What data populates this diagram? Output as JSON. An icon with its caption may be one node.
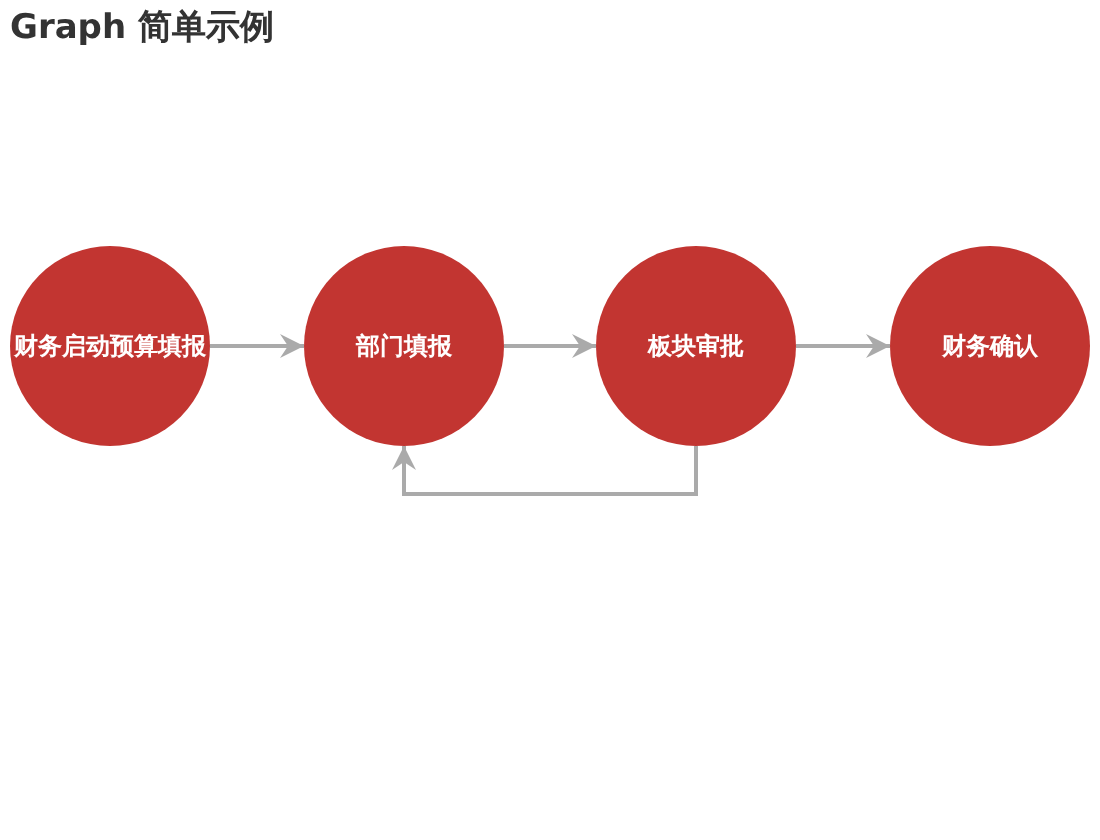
{
  "diagram": {
    "title": "Graph 简单示例",
    "nodes": [
      {
        "text": [
          "财务启动预算填报"
        ]
      },
      {
        "text": [
          "部门填报"
        ]
      },
      {
        "text": [
          "板块审批"
        ]
      },
      {
        "text": [
          "财务确认"
        ]
      }
    ],
    "edges": [
      {
        "from": 0,
        "to": 1,
        "arrow": "to"
      },
      {
        "from": 1,
        "to": 2,
        "arrow": "to"
      },
      {
        "from": 2,
        "to": 3,
        "arrow": "to"
      },
      {
        "from": 2,
        "to": 1,
        "arrow": "to"
      }
    ]
  }
}
